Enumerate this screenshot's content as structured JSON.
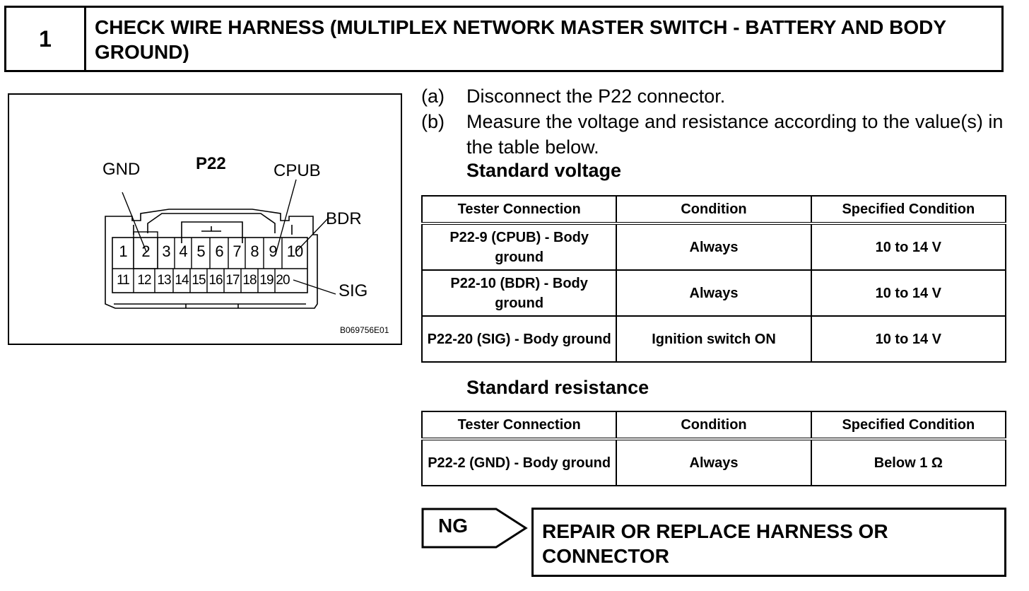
{
  "step": {
    "number": "1",
    "title": "CHECK WIRE HARNESS (MULTIPLEX NETWORK MASTER SWITCH - BATTERY AND BODY GROUND)"
  },
  "figure": {
    "connector": "P22",
    "labels": {
      "gnd": "GND",
      "cpub": "CPUB",
      "bdr": "BDR",
      "sig": "SIG"
    },
    "pins_top": [
      "1",
      "2",
      "3",
      "4",
      "5",
      "6",
      "7",
      "8",
      "9",
      "10"
    ],
    "pins_bottom": [
      "11",
      "12",
      "13",
      "14",
      "15",
      "16",
      "17",
      "18",
      "19",
      "20"
    ],
    "code": "B069756E01"
  },
  "instructions": [
    {
      "mark": "(a)",
      "text": "Disconnect the P22 connector."
    },
    {
      "mark": "(b)",
      "text": "Measure the voltage and resistance according to the value(s) in the table below."
    }
  ],
  "voltage": {
    "heading": "Standard voltage",
    "columns": [
      "Tester Connection",
      "Condition",
      "Specified Condition"
    ],
    "rows": [
      [
        "P22-9 (CPUB) - Body ground",
        "Always",
        "10 to 14 V"
      ],
      [
        "P22-10 (BDR) - Body ground",
        "Always",
        "10 to 14 V"
      ],
      [
        "P22-20 (SIG) - Body ground",
        "Ignition switch ON",
        "10 to 14 V"
      ]
    ]
  },
  "resistance": {
    "heading": "Standard resistance",
    "columns": [
      "Tester Connection",
      "Condition",
      "Specified Condition"
    ],
    "rows": [
      [
        "P22-2 (GND) - Body ground",
        "Always",
        "Below 1 Ω"
      ]
    ]
  },
  "result": {
    "ng_label": "NG",
    "action": "REPAIR OR REPLACE HARNESS OR CONNECTOR"
  }
}
